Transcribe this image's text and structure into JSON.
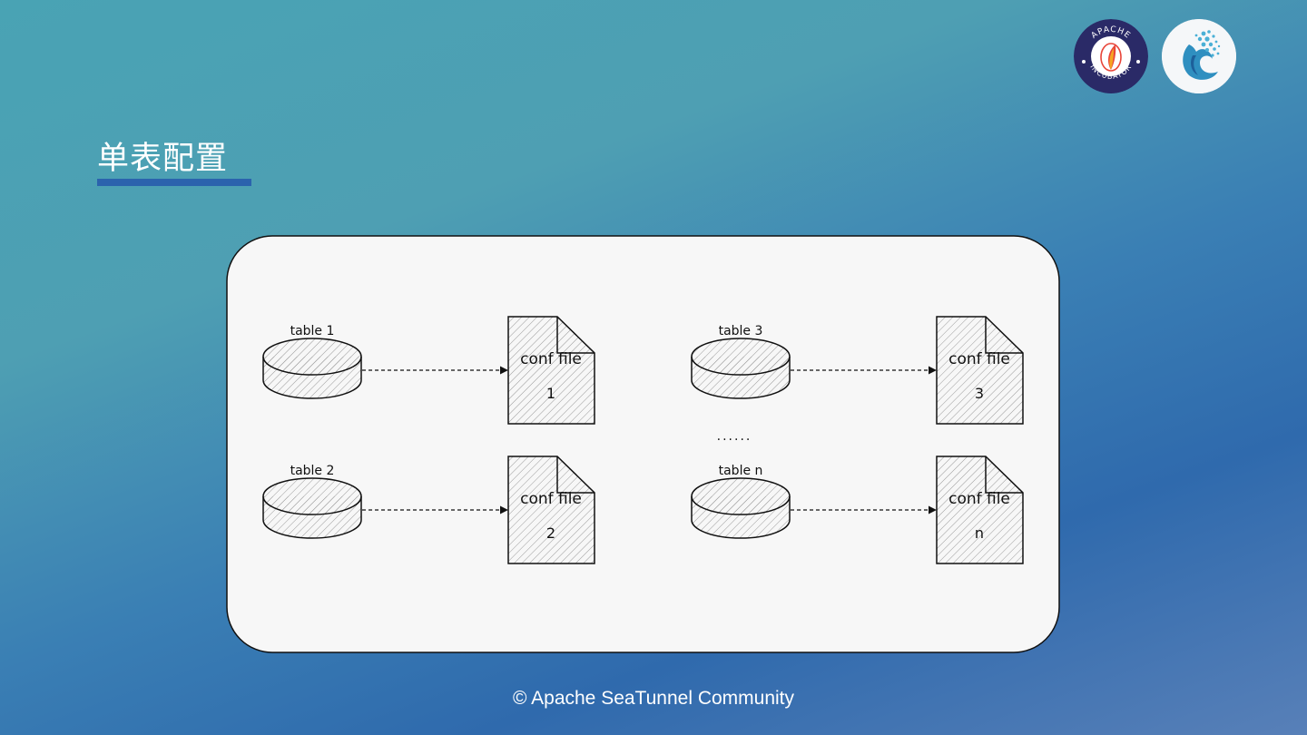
{
  "slide": {
    "title": "单表配置",
    "footer": "© Apache SeaTunnel Community"
  },
  "logos": {
    "incubator_text_top": "APACHE",
    "incubator_text_bottom": "INCUBATOR"
  },
  "diagram": {
    "ellipsis": "......",
    "pairs": [
      {
        "table": "table 1",
        "conf": "conf file",
        "num": "1"
      },
      {
        "table": "table 2",
        "conf": "conf file",
        "num": "2"
      },
      {
        "table": "table 3",
        "conf": "conf file",
        "num": "3"
      },
      {
        "table": "table n",
        "conf": "conf file",
        "num": "n"
      }
    ]
  },
  "colors": {
    "title_underline": "#2b63ad",
    "incubator_navy": "#2a2a67",
    "panel_bg": "#f7f7f7"
  }
}
